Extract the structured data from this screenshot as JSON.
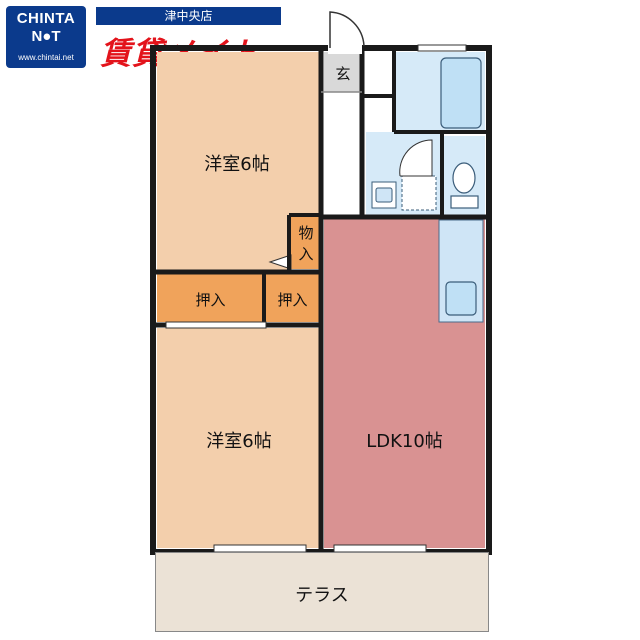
{
  "header": {
    "logo_top": "CHINTA",
    "logo_mid": "N●T",
    "logo_url": "www.chintai.net",
    "branch": "津中央店",
    "brand": "賃貸メイト"
  },
  "rooms": {
    "western_top": "洋室6帖",
    "western_bottom": "洋室6帖",
    "ldk": "LDK10帖",
    "closet_left": "押入",
    "closet_right": "押入",
    "storage_top": "物",
    "storage_bottom": "入",
    "entrance": "玄",
    "terrace": "テラス"
  },
  "colors": {
    "western_room": "#f3cfac",
    "closet": "#f0a35b",
    "ldk": "#d99292",
    "wet_area": "#d6eaf8",
    "terrace": "#ebe2d6",
    "logo_blue": "#0b3a8c",
    "brand_red": "#e3131b"
  }
}
